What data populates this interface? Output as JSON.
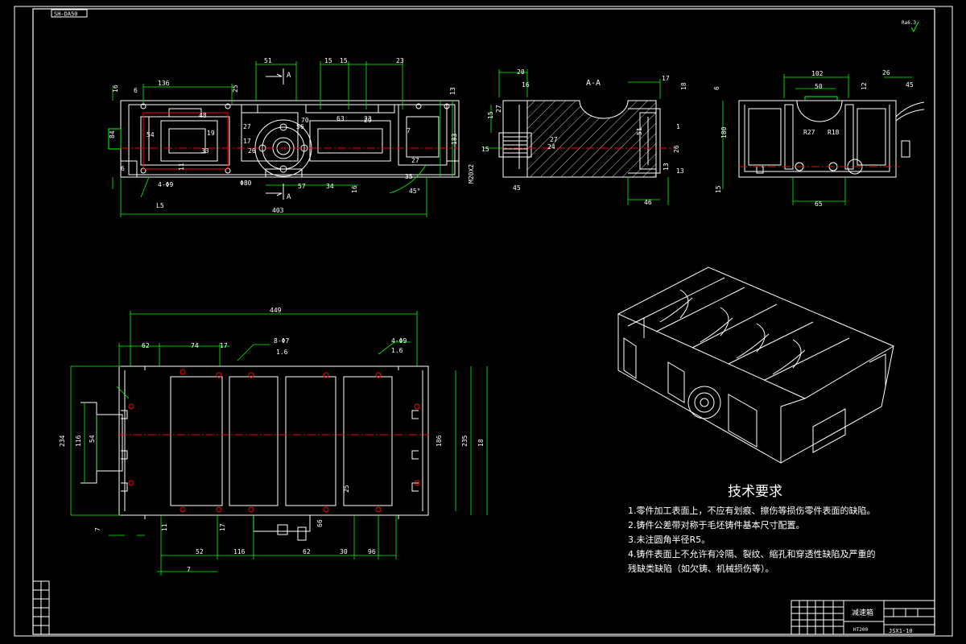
{
  "sheet": {
    "code_box": "SH-DA50",
    "roughness": "Ra6.3"
  },
  "colors": {
    "background": "#000000",
    "outline": "#ffffff",
    "dimension": "#00ff00",
    "centerline": "#ff0000",
    "hatch": "#ffffff"
  },
  "views": {
    "section_label": "A-A",
    "cut_label_top": "A",
    "cut_label_bottom": "A",
    "front_dims": [
      "51",
      "15",
      "15",
      "23",
      "136",
      "16",
      "6",
      "13",
      "25",
      "48",
      "54",
      "19",
      "33",
      "27",
      "17",
      "26",
      "70",
      "56",
      "23",
      "7",
      "11",
      "6",
      "84",
      "63",
      "57",
      "34",
      "16",
      "29",
      "27",
      "35",
      "183",
      "403",
      "45°",
      "4-Φ9",
      "L5",
      "Φ80"
    ],
    "section_dims": [
      "20",
      "16",
      "17",
      "18",
      "15",
      "27",
      "24",
      "27",
      "51",
      "1",
      "13",
      "26",
      "13",
      "45",
      "46",
      "M20X2",
      "15"
    ],
    "side_dims": [
      "102",
      "50",
      "26",
      "45",
      "12",
      "6",
      "180",
      "R27",
      "R18",
      "65",
      "15"
    ],
    "plan_dims": [
      "449",
      "62",
      "74",
      "17",
      "8-Φ7",
      "4-Φ9",
      "1.6",
      "1.6",
      "234",
      "116",
      "54",
      "186",
      "235",
      "18",
      "25",
      "7",
      "11",
      "17",
      "66",
      "52",
      "116",
      "62",
      "30",
      "96",
      "7"
    ]
  },
  "requirements": {
    "title": "技术要求",
    "items": [
      "1.零件加工表面上，不应有划痕、擦伤等损伤零件表面的缺陷。",
      "2.铸件公差带对称于毛坯铸件基本尺寸配置。",
      "3.未注圆角半径R5。",
      "4.铸件表面上不允许有冷隔、裂纹、缩孔和穿透性缺陷及严重的",
      "残缺类缺陷（如欠铸、机械损伤等）。"
    ]
  },
  "title_block": {
    "part_name": "减速箱",
    "drawing_no": "JSX1-10",
    "material": "HT200"
  }
}
